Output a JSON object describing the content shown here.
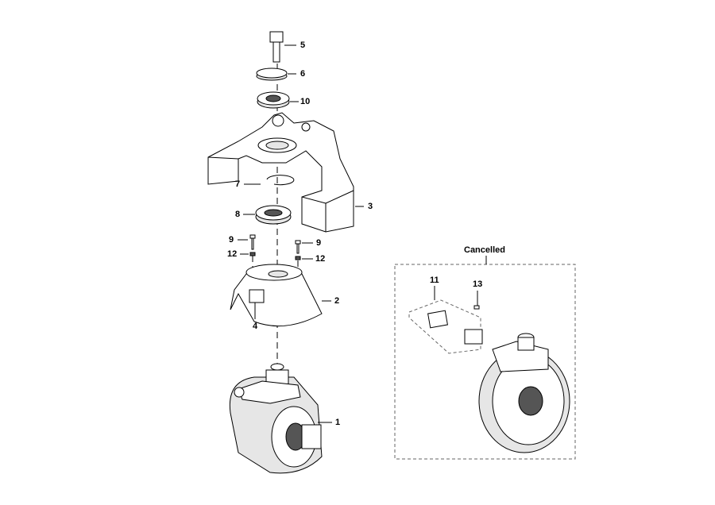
{
  "callouts": {
    "bolt": "5",
    "washer": "6",
    "bearing_top": "10",
    "circlip": "7",
    "fork_bracket": "3",
    "bearing_bottom": "8",
    "screw_left": "9",
    "nut_left": "12",
    "screw_right": "9",
    "nut_right": "12",
    "cover": "2",
    "bracket_clip": "4",
    "drive_unit": "1",
    "cancelled_kit": "11",
    "cancelled_screw": "13"
  },
  "cancelled_label": "Cancelled"
}
